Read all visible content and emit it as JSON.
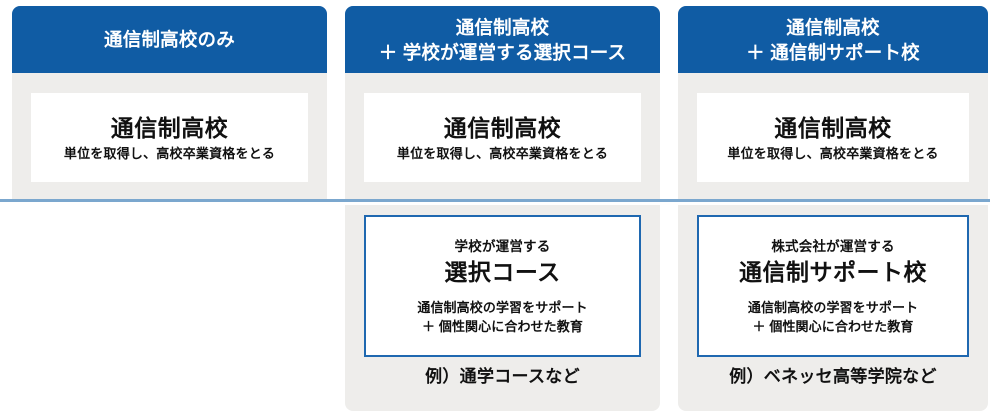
{
  "theme": {
    "header_blue": "#105CA4",
    "card_gray": "#EEEDEB",
    "box_border_blue": "#1F68B0",
    "divider_blue": "#7BA7CE",
    "text_dark": "#111111",
    "white": "#FFFFFF"
  },
  "columns": [
    {
      "header": {
        "line1": "通信制高校のみ",
        "line2": ""
      },
      "top_box": {
        "title": "通信制高校",
        "subtitle": "単位を取得し、高校卒業資格をとる"
      },
      "bottom": null
    },
    {
      "header": {
        "line1": "通信制高校",
        "line2": "＋ 学校が運営する選択コース"
      },
      "top_box": {
        "title": "通信制高校",
        "subtitle": "単位を取得し、高校卒業資格をとる"
      },
      "bottom": {
        "kicker": "学校が運営する",
        "title": "選択コース",
        "desc_line1": "通信制高校の学習をサポート",
        "desc_line2": "＋ 個性関心に合わせた教育",
        "example": "例）通学コースなど"
      }
    },
    {
      "header": {
        "line1": "通信制高校",
        "line2": "＋ 通信制サポート校"
      },
      "top_box": {
        "title": "通信制高校",
        "subtitle": "単位を取得し、高校卒業資格をとる"
      },
      "bottom": {
        "kicker": "株式会社が運営する",
        "title": "通信制サポート校",
        "desc_line1": "通信制高校の学習をサポート",
        "desc_line2": "＋ 個性関心に合わせた教育",
        "example": "例）ベネッセ高等学院など"
      }
    }
  ]
}
